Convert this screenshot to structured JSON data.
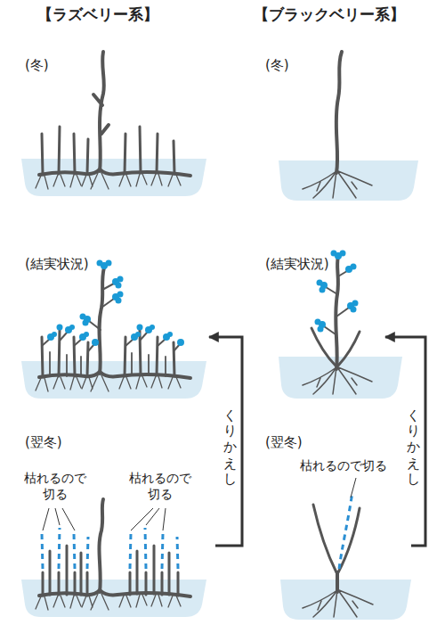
{
  "diagram": {
    "nodes": [
      {
        "text": [
          "(冬)"
        ]
      },
      {
        "text": [
          "(冬)"
        ]
      },
      {
        "text": [
          "(結実状況)"
        ]
      },
      {
        "text": [
          "(結実状況)"
        ]
      },
      {
        "text": [
          "(翌冬)"
        ]
      },
      {
        "text": [
          "(翌冬)"
        ]
      }
    ],
    "edges": [
      {
        "from": 4,
        "to": 2,
        "arrow": "to",
        "label": "くりかえし"
      },
      {
        "from": 5,
        "to": 3,
        "arrow": "to",
        "label": "くりかえし"
      }
    ],
    "labels": [
      "【ラズベリー系】",
      "【ブラックベリー系】",
      "枯れるので 切る",
      "枯れるので 切る",
      "枯れるので切る"
    ]
  }
}
